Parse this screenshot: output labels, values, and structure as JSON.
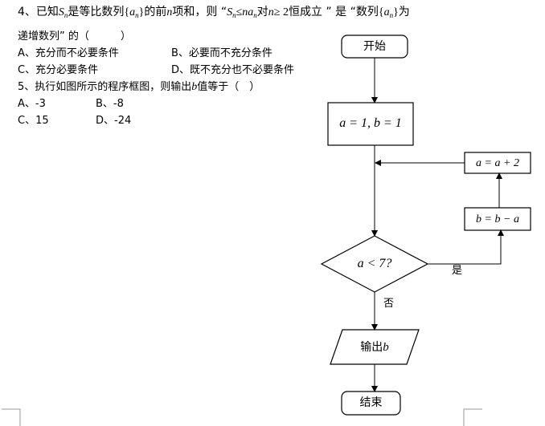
{
  "q4": {
    "number": "4、已知",
    "S": "S",
    "n_sub": "n",
    "text1": "是等比数列",
    "brace_open": "{",
    "a": "a",
    "brace_close": "}",
    "text2": "的前",
    "n": "n",
    "text3": "项和，则 “",
    "cond_le": "≤",
    "cond_n": "n",
    "text4": "对",
    "cond2": "≥ 2",
    "text5": "恒成立 ” 是 “数列",
    "text6": "为",
    "line2": "递增数列” 的（　　　）",
    "opt_a": "A、充分而不必要条件",
    "opt_b": "B、必要而不充分条件",
    "opt_c": "C、充分必要条件",
    "opt_d": "D、既不充分也不必要条件"
  },
  "q5": {
    "stem_prefix": "5、执行如图所示的程序框图，则输出",
    "stem_var": "b",
    "stem_suffix": "值等于（　）",
    "opt_a": "A、-3",
    "opt_b": "B、-8",
    "opt_c": "C、15",
    "opt_d": "D、-24"
  },
  "flowchart": {
    "start": "开始",
    "init": "a = 1, b = 1",
    "update_a": "a = a + 2",
    "update_b": "b = b − a",
    "condition": "a < 7?",
    "yes": "是",
    "no": "否",
    "output_prefix": "输出",
    "output_var": "b",
    "end": "结束"
  }
}
